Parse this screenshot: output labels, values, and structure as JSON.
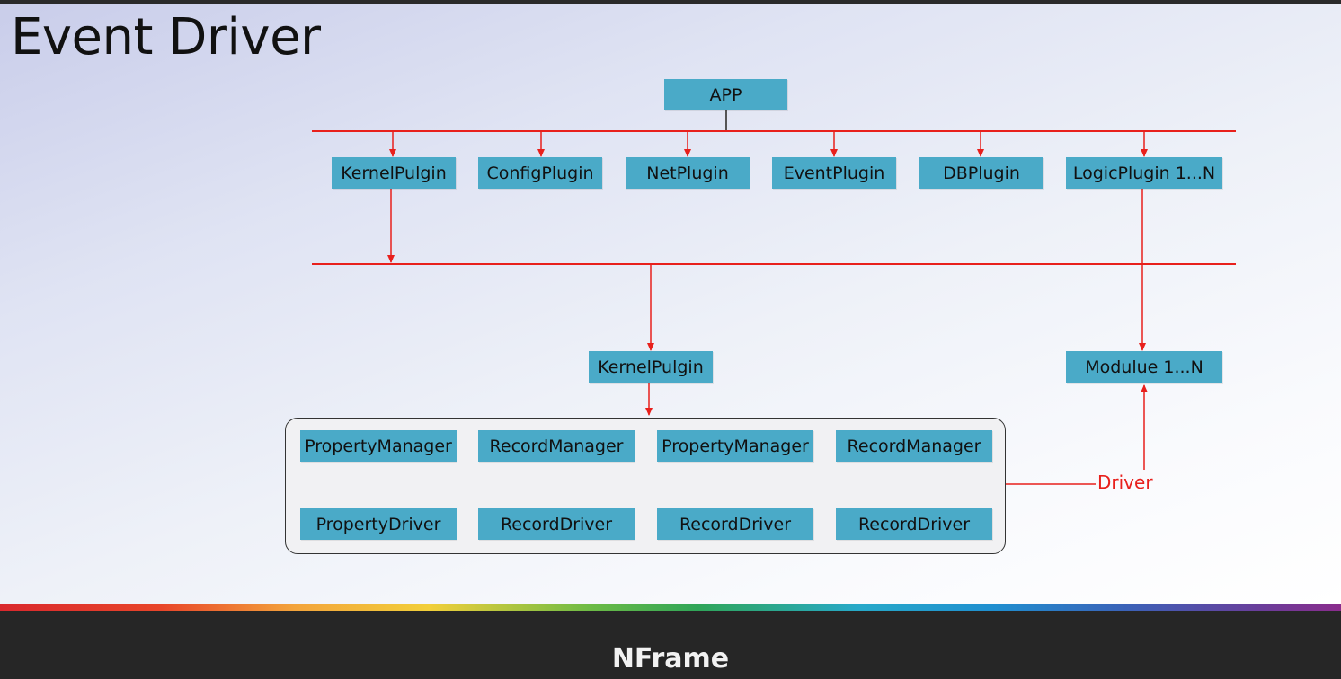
{
  "title": "Event Driver",
  "nodes": {
    "app": "APP",
    "kernel_plugin": "KernelPulgin",
    "config_plugin": "ConfigPlugin",
    "net_plugin": "NetPlugin",
    "event_plugin": "EventPlugin",
    "db_plugin": "DBPlugin",
    "logic_plugin": "LogicPlugin 1...N",
    "kernel_plugin_lower": "KernelPulgin",
    "module": "Modulue 1...N",
    "property_manager_1": "PropertyManager",
    "record_manager_1": "RecordManager",
    "property_manager_2": "PropertyManager",
    "record_manager_2": "RecordManager",
    "property_driver": "PropertyDriver",
    "record_driver_1": "RecordDriver",
    "record_driver_2": "RecordDriver",
    "record_driver_3": "RecordDriver"
  },
  "driver_label": "Driver",
  "footer": {
    "brand": "NFrame"
  },
  "colors": {
    "node_fill": "#4aaac8",
    "edge": "#e8201c",
    "footer_bg": "#262626"
  }
}
